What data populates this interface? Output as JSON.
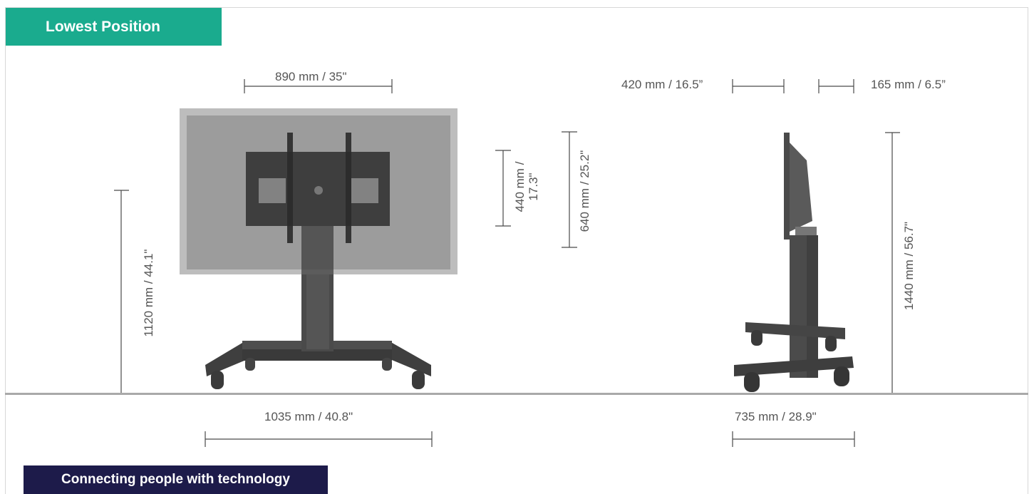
{
  "header": {
    "title": "Lowest Position"
  },
  "footer": {
    "tagline": "Connecting people with technology"
  },
  "colors": {
    "accent": "#1aab8e",
    "footer_bg": "#1d1b4a",
    "dimension_line": "#4a4a4a",
    "stand": "#4b4b4b",
    "screen": "#999999"
  },
  "dimensions": {
    "screen_width": "890 mm / 35\"",
    "mount_height_small_line1": "440 mm /",
    "mount_height_small_line2": "17.3\"",
    "mount_height_large": "640 mm / 25.2\"",
    "front_height": "1120 mm / 44.1\"",
    "front_base_width": "1035 mm / 40.8\"",
    "side_depth_top_left": "420 mm / 16.5”",
    "side_depth_top_right": "165 mm / 6.5”",
    "side_height": "1440 mm / 56.7\"",
    "side_base_depth": "735 mm / 28.9\""
  }
}
